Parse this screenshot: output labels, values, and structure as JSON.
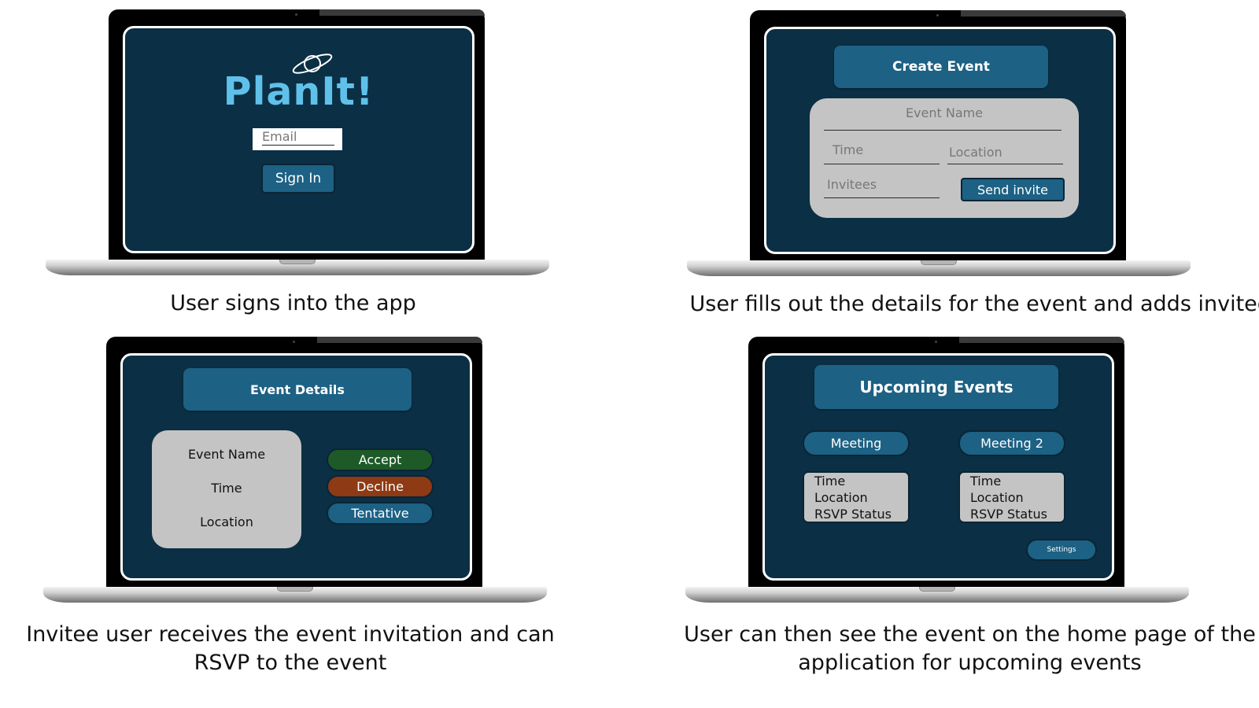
{
  "panels": {
    "signin": {
      "app_name": "PlanIt!",
      "email_placeholder": "Email",
      "signin_button": "Sign In",
      "caption": "User signs into the app"
    },
    "create": {
      "title": "Create Event",
      "event_name_label": "Event Name",
      "time_label": "Time",
      "location_label": "Location",
      "invitees_label": "Invitees",
      "send_button": "Send invite",
      "caption": "User fills out the details for the event and adds invitees"
    },
    "details": {
      "title": "Event Details",
      "event_name": "Event Name",
      "time": "Time",
      "location": "Location",
      "accept": "Accept",
      "decline": "Decline",
      "tentative": "Tentative",
      "caption_line1": "Invitee user receives the event invitation and can",
      "caption_line2": "RSVP to the event"
    },
    "upcoming": {
      "title": "Upcoming Events",
      "events": [
        {
          "name": "Meeting",
          "time": "Time",
          "location": "Location",
          "rsvp": "RSVP Status"
        },
        {
          "name": "Meeting 2",
          "time": "Time",
          "location": "Location",
          "rsvp": "RSVP Status"
        }
      ],
      "settings_button": "Settings",
      "caption_line1": "User can then see the event on the home page of the",
      "caption_line2": "application for upcoming events"
    }
  },
  "colors": {
    "screen_bg": "#0b2f44",
    "button_blue": "#1d6184",
    "logo_blue": "#5fc1ea",
    "accept_green": "#1d5a28",
    "decline_orange": "#8e3a14",
    "card_gray": "#c4c4c4"
  },
  "icons": {
    "logo": "planet-icon"
  }
}
